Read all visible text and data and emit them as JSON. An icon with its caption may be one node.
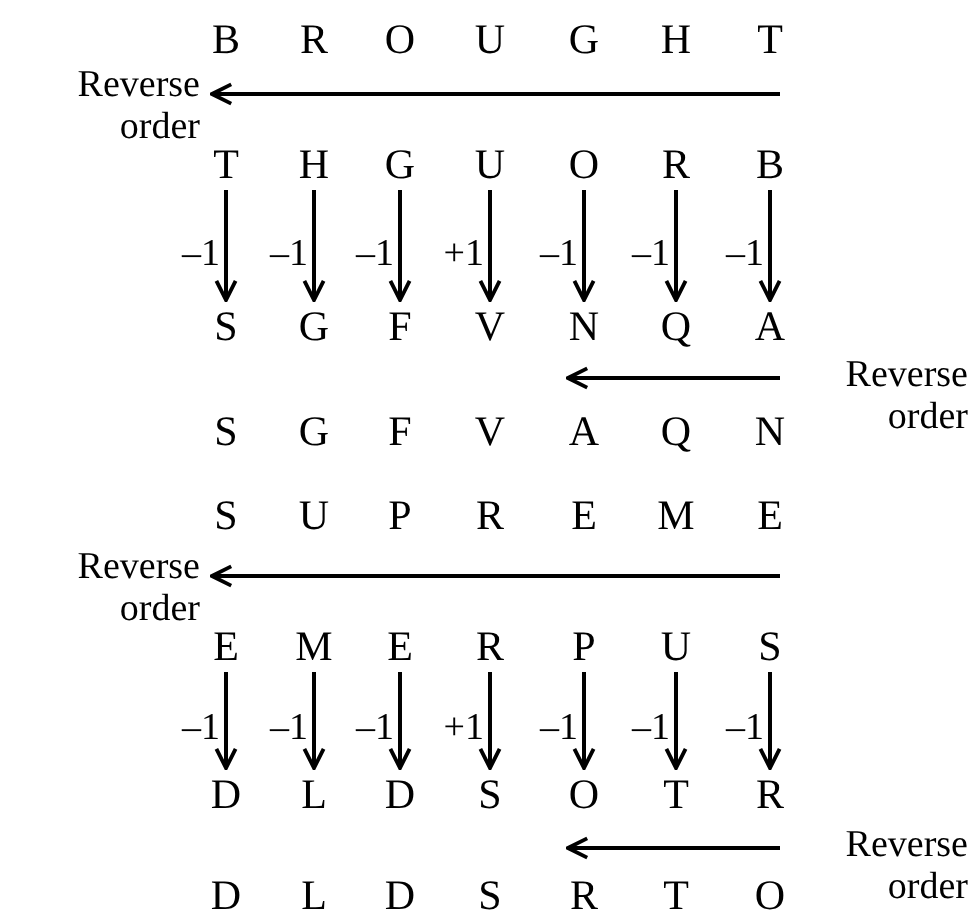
{
  "diagram": {
    "nodes": [
      {
        "text": [
          "T"
        ]
      },
      {
        "text": [
          "H"
        ]
      },
      {
        "text": [
          "G"
        ]
      },
      {
        "text": [
          "U"
        ]
      },
      {
        "text": [
          "O"
        ]
      },
      {
        "text": [
          "R"
        ]
      },
      {
        "text": [
          "B"
        ]
      },
      {
        "text": [
          "S"
        ]
      },
      {
        "text": [
          "G"
        ]
      },
      {
        "text": [
          "F"
        ]
      },
      {
        "text": [
          "V"
        ]
      },
      {
        "text": [
          "N"
        ]
      },
      {
        "text": [
          "Q"
        ]
      },
      {
        "text": [
          "A"
        ]
      },
      {
        "text": [
          "E"
        ]
      },
      {
        "text": [
          "M"
        ]
      },
      {
        "text": [
          "E"
        ]
      },
      {
        "text": [
          "R"
        ]
      },
      {
        "text": [
          "P"
        ]
      },
      {
        "text": [
          "U"
        ]
      },
      {
        "text": [
          "S"
        ]
      },
      {
        "text": [
          "D"
        ]
      },
      {
        "text": [
          "L"
        ]
      },
      {
        "text": [
          "D"
        ]
      },
      {
        "text": [
          "S"
        ]
      },
      {
        "text": [
          "O"
        ]
      },
      {
        "text": [
          "T"
        ]
      },
      {
        "text": [
          "R"
        ]
      }
    ],
    "edges": [
      {
        "from": 0,
        "to": 7,
        "arrow": "to",
        "label": "–1"
      },
      {
        "from": 1,
        "to": 8,
        "arrow": "to",
        "label": "–1"
      },
      {
        "from": 2,
        "to": 9,
        "arrow": "to",
        "label": "–1"
      },
      {
        "from": 3,
        "to": 10,
        "arrow": "to",
        "label": "+1"
      },
      {
        "from": 4,
        "to": 11,
        "arrow": "to",
        "label": "–1"
      },
      {
        "from": 5,
        "to": 12,
        "arrow": "to",
        "label": "–1"
      },
      {
        "from": 6,
        "to": 13,
        "arrow": "to",
        "label": "–1"
      },
      {
        "from": 14,
        "to": 21,
        "arrow": "to",
        "label": "–1"
      },
      {
        "from": 15,
        "to": 22,
        "arrow": "to",
        "label": "–1"
      },
      {
        "from": 16,
        "to": 23,
        "arrow": "to",
        "label": "–1"
      },
      {
        "from": 17,
        "to": 24,
        "arrow": "to",
        "label": "+1"
      },
      {
        "from": 18,
        "to": 25,
        "arrow": "to",
        "label": "–1"
      },
      {
        "from": 19,
        "to": 26,
        "arrow": "to",
        "label": "–1"
      },
      {
        "from": 20,
        "to": 27,
        "arrow": "to",
        "label": "–1"
      }
    ],
    "labels": [
      "B",
      "R",
      "O",
      "U",
      "G",
      "H",
      "T",
      "Reverse order",
      "Reverse order",
      "S",
      "G",
      "F",
      "V",
      "A",
      "Q",
      "N",
      "S",
      "U",
      "P",
      "R",
      "E",
      "M",
      "E",
      "Reverse order",
      "Reverse order",
      "D",
      "L",
      "D",
      "S",
      "R",
      "T",
      "O"
    ]
  }
}
